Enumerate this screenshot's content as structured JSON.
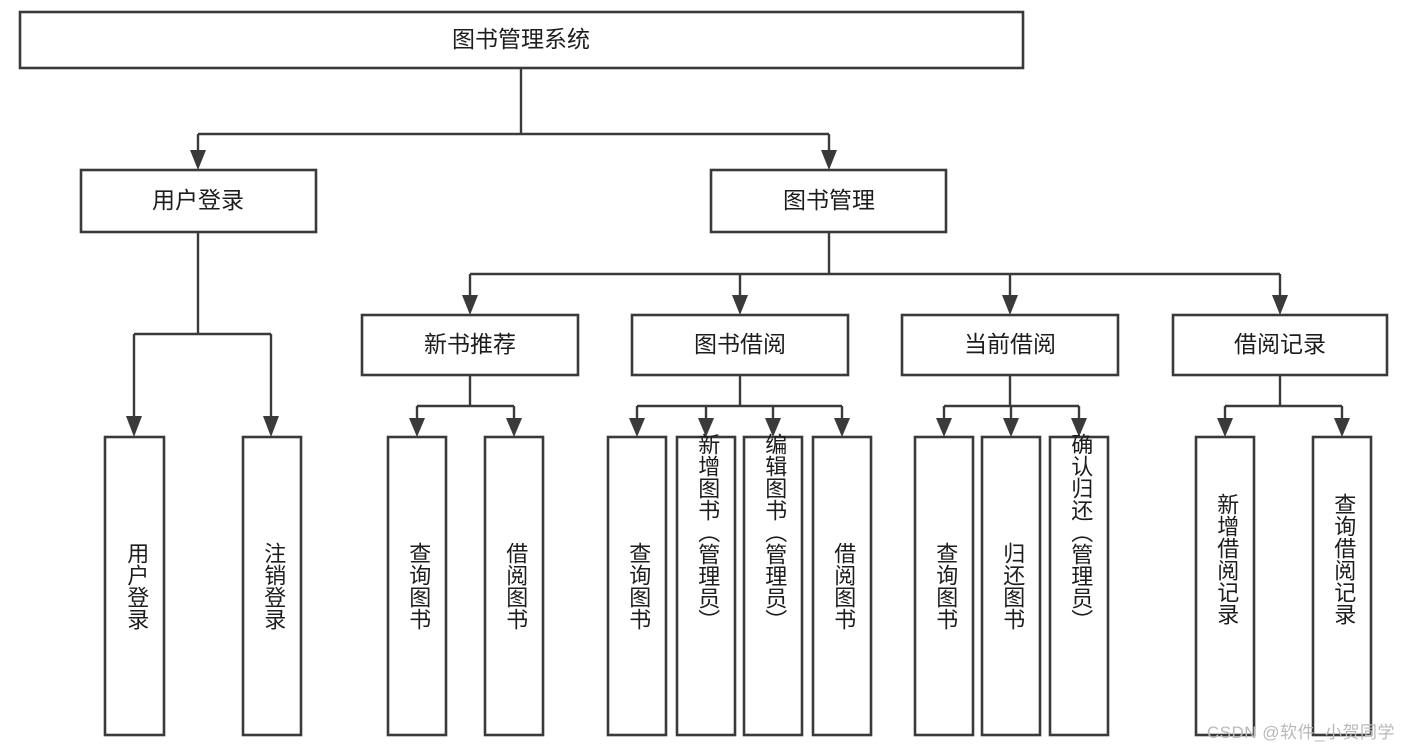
{
  "diagram": {
    "title": "图书管理系统",
    "type": "tree",
    "watermark": "CSDN @软件_小贺同学",
    "colors": {
      "box_stroke": "#3a3a3a",
      "box_fill": "#ffffff",
      "text": "#1d1d1d",
      "connector": "#3a3a3a",
      "watermark": "#b9b9b9",
      "background": "#ffffff"
    },
    "levels": {
      "root": {
        "label": "图书管理系统"
      },
      "level2": [
        {
          "id": "user-login",
          "label": "用户登录"
        },
        {
          "id": "book-manage",
          "label": "图书管理"
        }
      ],
      "level3": [
        {
          "id": "new-book-recommend",
          "label": "新书推荐",
          "parent": "book-manage"
        },
        {
          "id": "book-borrow",
          "label": "图书借阅",
          "parent": "book-manage"
        },
        {
          "id": "current-borrow",
          "label": "当前借阅",
          "parent": "book-manage"
        },
        {
          "id": "borrow-record",
          "label": "借阅记录",
          "parent": "book-manage"
        }
      ],
      "leaves": [
        {
          "id": "leaf-user-login",
          "label": "用户登录",
          "parent": "user-login"
        },
        {
          "id": "leaf-user-logout",
          "label": "注销登录",
          "parent": "user-login"
        },
        {
          "id": "leaf-query-book-1",
          "label": "查询图书",
          "parent": "new-book-recommend"
        },
        {
          "id": "leaf-borrow-book-1",
          "label": "借阅图书",
          "parent": "new-book-recommend"
        },
        {
          "id": "leaf-query-book-2",
          "label": "查询图书",
          "parent": "book-borrow"
        },
        {
          "id": "leaf-add-book",
          "label": "新增图书（管理员）",
          "parent": "book-borrow"
        },
        {
          "id": "leaf-edit-book",
          "label": "编辑图书（管理员）",
          "parent": "book-borrow"
        },
        {
          "id": "leaf-borrow-book-2",
          "label": "借阅图书",
          "parent": "book-borrow"
        },
        {
          "id": "leaf-query-book-3",
          "label": "查询图书",
          "parent": "current-borrow"
        },
        {
          "id": "leaf-return-book",
          "label": "归还图书",
          "parent": "current-borrow"
        },
        {
          "id": "leaf-confirm-return",
          "label": "确认归还（管理员）",
          "parent": "current-borrow"
        },
        {
          "id": "leaf-add-record",
          "label": "新增借阅记录",
          "parent": "borrow-record"
        },
        {
          "id": "leaf-query-record",
          "label": "查询借阅记录",
          "parent": "borrow-record"
        }
      ]
    }
  }
}
